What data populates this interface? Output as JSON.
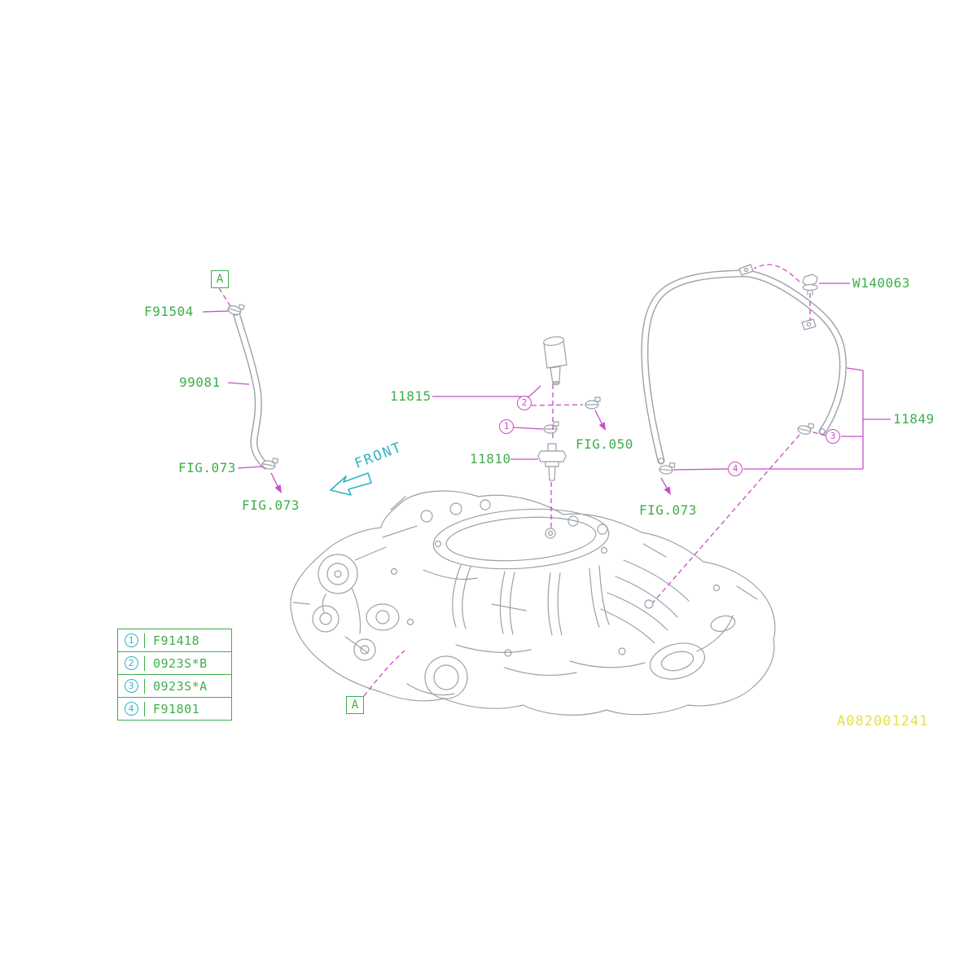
{
  "labels": {
    "f91504": "F91504",
    "hose_99081": "99081",
    "fig073_left_upper": "FIG.073",
    "fig073_left_lower": "FIG.073",
    "p11815": "11815",
    "p11810": "11810",
    "fig050": "FIG.050",
    "fig073_right": "FIG.073",
    "w140063": "W140063",
    "p11849": "11849"
  },
  "refs": {
    "view_a": "A"
  },
  "callouts": {
    "c1": "1",
    "c2": "2",
    "c3": "3",
    "c4": "4"
  },
  "front_label": "FRONT",
  "watermark": "A082001241",
  "legend": {
    "rows": [
      {
        "num": "1",
        "part": "F91418"
      },
      {
        "num": "2",
        "part": "0923S*B"
      },
      {
        "num": "3",
        "part": "0923S*A"
      },
      {
        "num": "4",
        "part": "F91801"
      }
    ]
  },
  "colors": {
    "green": "#3fae4a",
    "magenta": "#c74ec7",
    "cyan": "#2eb4c0",
    "yellow": "#e2e24a",
    "gray": "#9aa2a8"
  }
}
